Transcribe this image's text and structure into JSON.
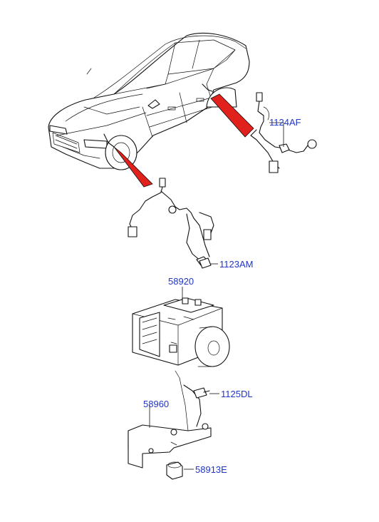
{
  "diagram": {
    "parts": [
      {
        "id": "part-1124AF",
        "number": "1124AF"
      },
      {
        "id": "part-1123AM",
        "number": "1123AM"
      },
      {
        "id": "part-58920",
        "number": "58920"
      },
      {
        "id": "part-1125DL",
        "number": "1125DL"
      },
      {
        "id": "part-58960",
        "number": "58960"
      },
      {
        "id": "part-58913E",
        "number": "58913E"
      }
    ],
    "label_color": "#1f35c8",
    "highlight_color": "#e0211c"
  }
}
